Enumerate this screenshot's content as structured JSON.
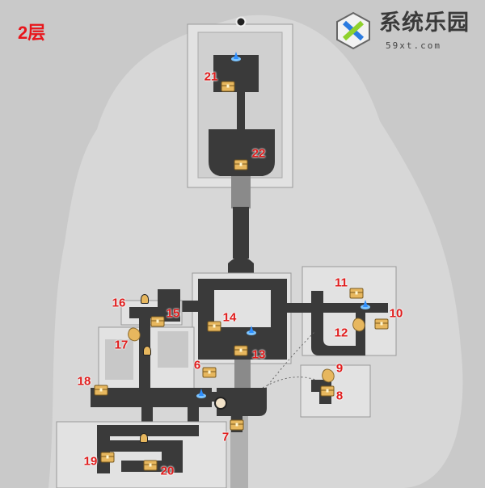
{
  "map": {
    "floor_title": "2层",
    "watermark": {
      "name": "系统乐园",
      "site": "59xt.com"
    },
    "colors": {
      "label": "#e01c1c",
      "chest": "#e7b75e",
      "teleport": "#2f8fff",
      "floor_dark": "#3a3a3a",
      "room_light": "#dcdcdc"
    },
    "markers": [
      {
        "label": "21",
        "type": "chest"
      },
      {
        "label": "22",
        "type": "chest"
      },
      {
        "label": "14",
        "type": "chest"
      },
      {
        "label": "13",
        "type": "chest"
      },
      {
        "label": "11",
        "type": "chest"
      },
      {
        "label": "10",
        "type": "chest"
      },
      {
        "label": "12",
        "type": "puzzle"
      },
      {
        "label": "9",
        "type": "puzzle"
      },
      {
        "label": "8",
        "type": "chest"
      },
      {
        "label": "6",
        "type": "chest"
      },
      {
        "label": "7",
        "type": "chest"
      },
      {
        "label": "16",
        "type": "bell"
      },
      {
        "label": "15",
        "type": "chest"
      },
      {
        "label": "17",
        "type": "puzzle"
      },
      {
        "label": "18",
        "type": "chest"
      },
      {
        "label": "19",
        "type": "chest"
      },
      {
        "label": "20",
        "type": "chest"
      }
    ],
    "icons": [
      "teleport-icon",
      "bell-icon",
      "player-icon",
      "exit-door-icon"
    ]
  }
}
